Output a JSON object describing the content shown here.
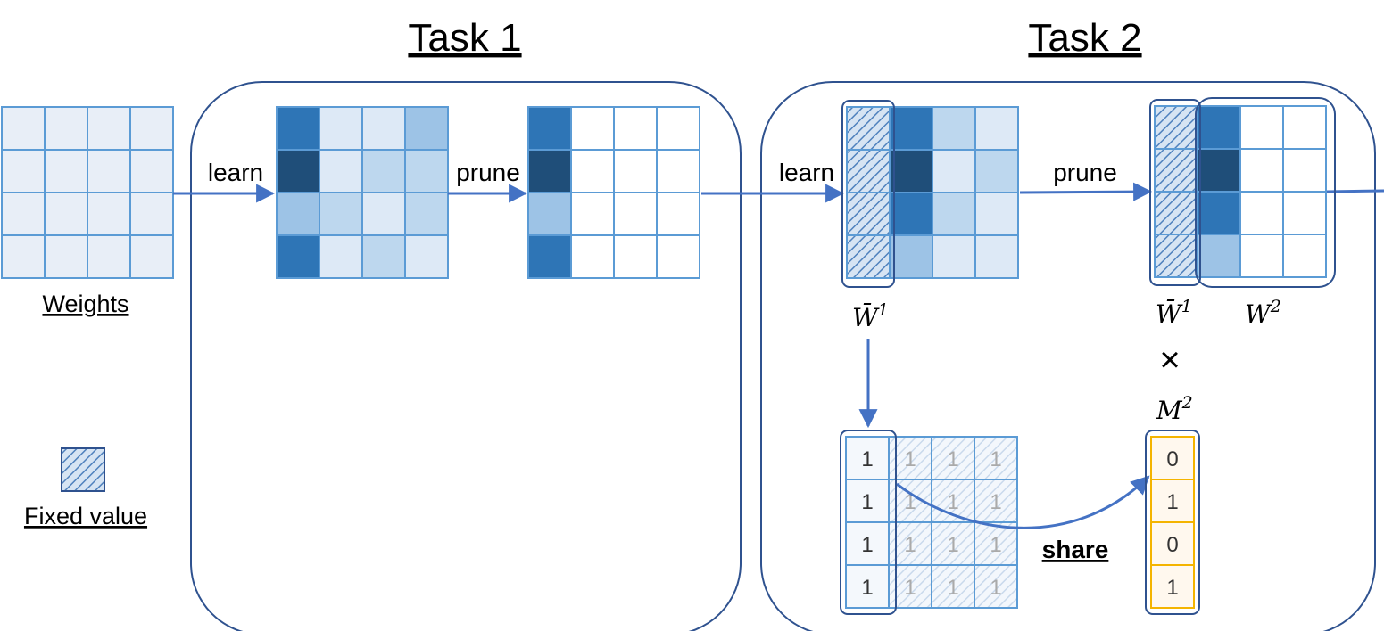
{
  "titles": {
    "task1": "Task 1",
    "task2": "Task 2"
  },
  "labels": {
    "weights": "Weights",
    "fixed_value": "Fixed value",
    "learn": "learn",
    "prune": "prune",
    "share": "share",
    "w_bar_1": "W̄",
    "w_bar_1_sup": "1",
    "w_2": "W",
    "w_2_sup": "2",
    "m_2": "M",
    "m_2_sup": "2",
    "times": "×"
  },
  "colors": {
    "grid_line": "#5b9bd5",
    "panel_border": "#2f528f",
    "arrow": "#4472c4",
    "c0": "#ffffff",
    "c1": "#e8eef7",
    "c2": "#dde9f6",
    "c3": "#bdd7ee",
    "c4": "#9dc3e6",
    "c5": "#2e75b6",
    "c6": "#1f4e79",
    "mask_border": "#f4b400",
    "mask_fill": "#fff8ee"
  },
  "matrices": {
    "weights_init": [
      [
        1,
        1,
        1,
        1
      ],
      [
        1,
        1,
        1,
        1
      ],
      [
        1,
        1,
        1,
        1
      ],
      [
        1,
        1,
        1,
        1
      ]
    ],
    "task1_learned": [
      [
        5,
        2,
        2,
        4
      ],
      [
        6,
        2,
        3,
        3
      ],
      [
        4,
        3,
        2,
        3
      ],
      [
        5,
        2,
        3,
        2
      ]
    ],
    "task1_pruned": [
      [
        5,
        0,
        0,
        0
      ],
      [
        6,
        0,
        0,
        0
      ],
      [
        4,
        0,
        0,
        0
      ],
      [
        5,
        0,
        0,
        0
      ]
    ],
    "task2_learned": [
      [
        "h",
        5,
        3,
        2
      ],
      [
        "h",
        6,
        2,
        3
      ],
      [
        "h",
        5,
        3,
        2
      ],
      [
        "h",
        4,
        2,
        2
      ]
    ],
    "task2_pruned": [
      [
        "h",
        5,
        0,
        0
      ],
      [
        "h",
        6,
        0,
        0
      ],
      [
        "h",
        5,
        0,
        0
      ],
      [
        "h",
        4,
        0,
        0
      ]
    ],
    "share_matrix": [
      [
        "1",
        "1",
        "1",
        "1"
      ],
      [
        "1",
        "1",
        "1",
        "1"
      ],
      [
        "1",
        "1",
        "1",
        "1"
      ],
      [
        "1",
        "1",
        "1",
        "1"
      ]
    ],
    "mask_m2": [
      "0",
      "1",
      "0",
      "1"
    ]
  }
}
